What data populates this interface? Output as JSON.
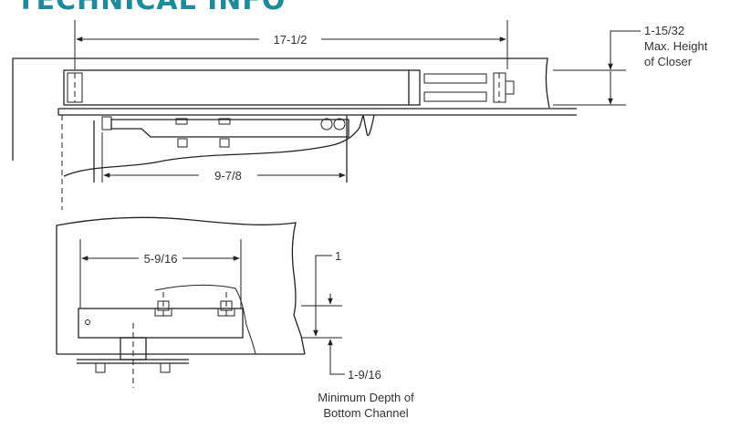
{
  "header": {
    "title": "TECHNICAL INFO"
  },
  "dimensions": {
    "overall_length": "17-1/2",
    "max_height_value": "1-15/32",
    "max_height_line1": "Max. Height",
    "max_height_line2": "of Closer",
    "arm_length": "9-7/8",
    "spindle_spacing": "5-9/16",
    "offset": "1",
    "min_depth_value": "1-9/16",
    "min_depth_line1": "Minimum Depth of",
    "min_depth_line2": "Bottom Channel"
  },
  "colors": {
    "title": "#1f8a9c",
    "line": "#222222",
    "text": "#333333"
  }
}
